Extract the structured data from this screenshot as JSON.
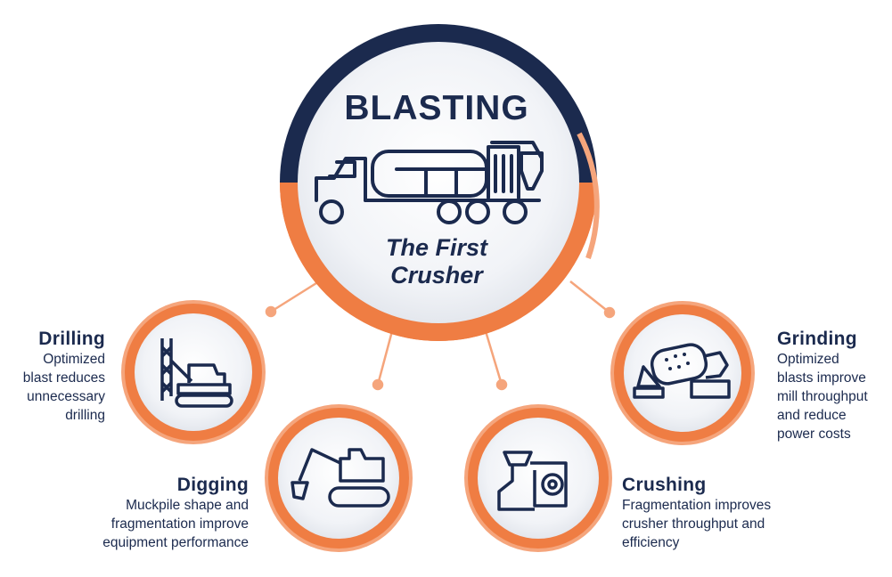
{
  "center": {
    "title": "BLASTING",
    "subtitle_line1": "The First",
    "subtitle_line2": "Crusher"
  },
  "stages": {
    "drilling": {
      "title": "Drilling",
      "lines": [
        "Optimized",
        "blast reduces",
        "unnecessary",
        "drilling"
      ]
    },
    "digging": {
      "title": "Digging",
      "lines": [
        "Muckpile shape and",
        "fragmentation improve",
        "equipment performance"
      ]
    },
    "crushing": {
      "title": "Crushing",
      "lines": [
        "Fragmentation improves",
        "crusher throughput and",
        "efficiency"
      ]
    },
    "grinding": {
      "title": "Grinding",
      "lines": [
        "Optimized",
        "blasts improve",
        "mill throughput",
        "and reduce",
        "power costs"
      ]
    }
  },
  "icons": {
    "center": "blasting-truck-icon",
    "drilling": "drill-rig-icon",
    "digging": "excavator-icon",
    "crushing": "crusher-icon",
    "grinding": "ball-mill-icon"
  },
  "colors": {
    "navy": "#1b2a4e",
    "orange": "#ef7d43",
    "light_orange": "#f5a57c",
    "circle_fill": "#eef0f4"
  }
}
